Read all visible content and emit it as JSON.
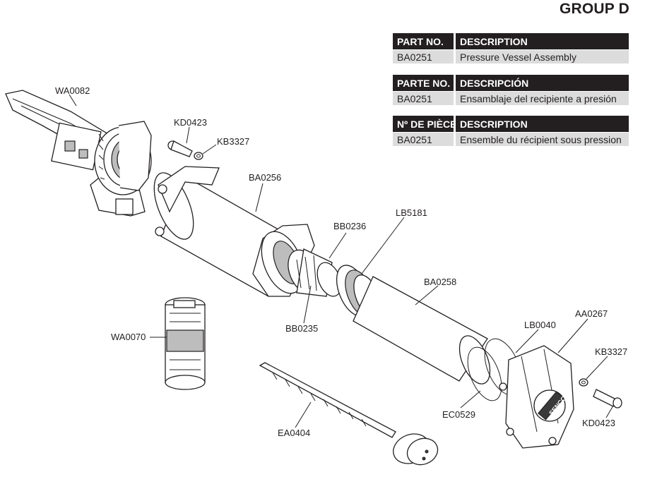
{
  "group_title": "GROUP D",
  "tables": [
    {
      "col1": "PART NO.",
      "col2": "DESCRIPTION",
      "part": "BA0251",
      "description": "Pressure Vessel Assembly"
    },
    {
      "col1": "PARTE NO.",
      "col2": "DESCRIPCIÓN",
      "part": "BA0251",
      "description": "Ensamblaje del recipiente a presión"
    },
    {
      "col1": "Nº DE PIÈCE",
      "col2": "DESCRIPTION",
      "part": "BA0251",
      "description": "Ensemble du récipient sous pression"
    }
  ],
  "labels": {
    "wa0082": "WA0082",
    "kd0423_top": "KD0423",
    "kb3327_top": "KB3327",
    "ba0256": "BA0256",
    "bb0236": "BB0236",
    "lb5181": "LB5181",
    "ba0258": "BA0258",
    "bb0235": "BB0235",
    "wa0070": "WA0070",
    "lb0040": "LB0040",
    "aa0267": "AA0267",
    "kb3327_bottom": "KB3327",
    "ec0529": "EC0529",
    "kd0423_bottom": "KD0423",
    "ea0404": "EA0404"
  },
  "brand_mark": "SENCO"
}
